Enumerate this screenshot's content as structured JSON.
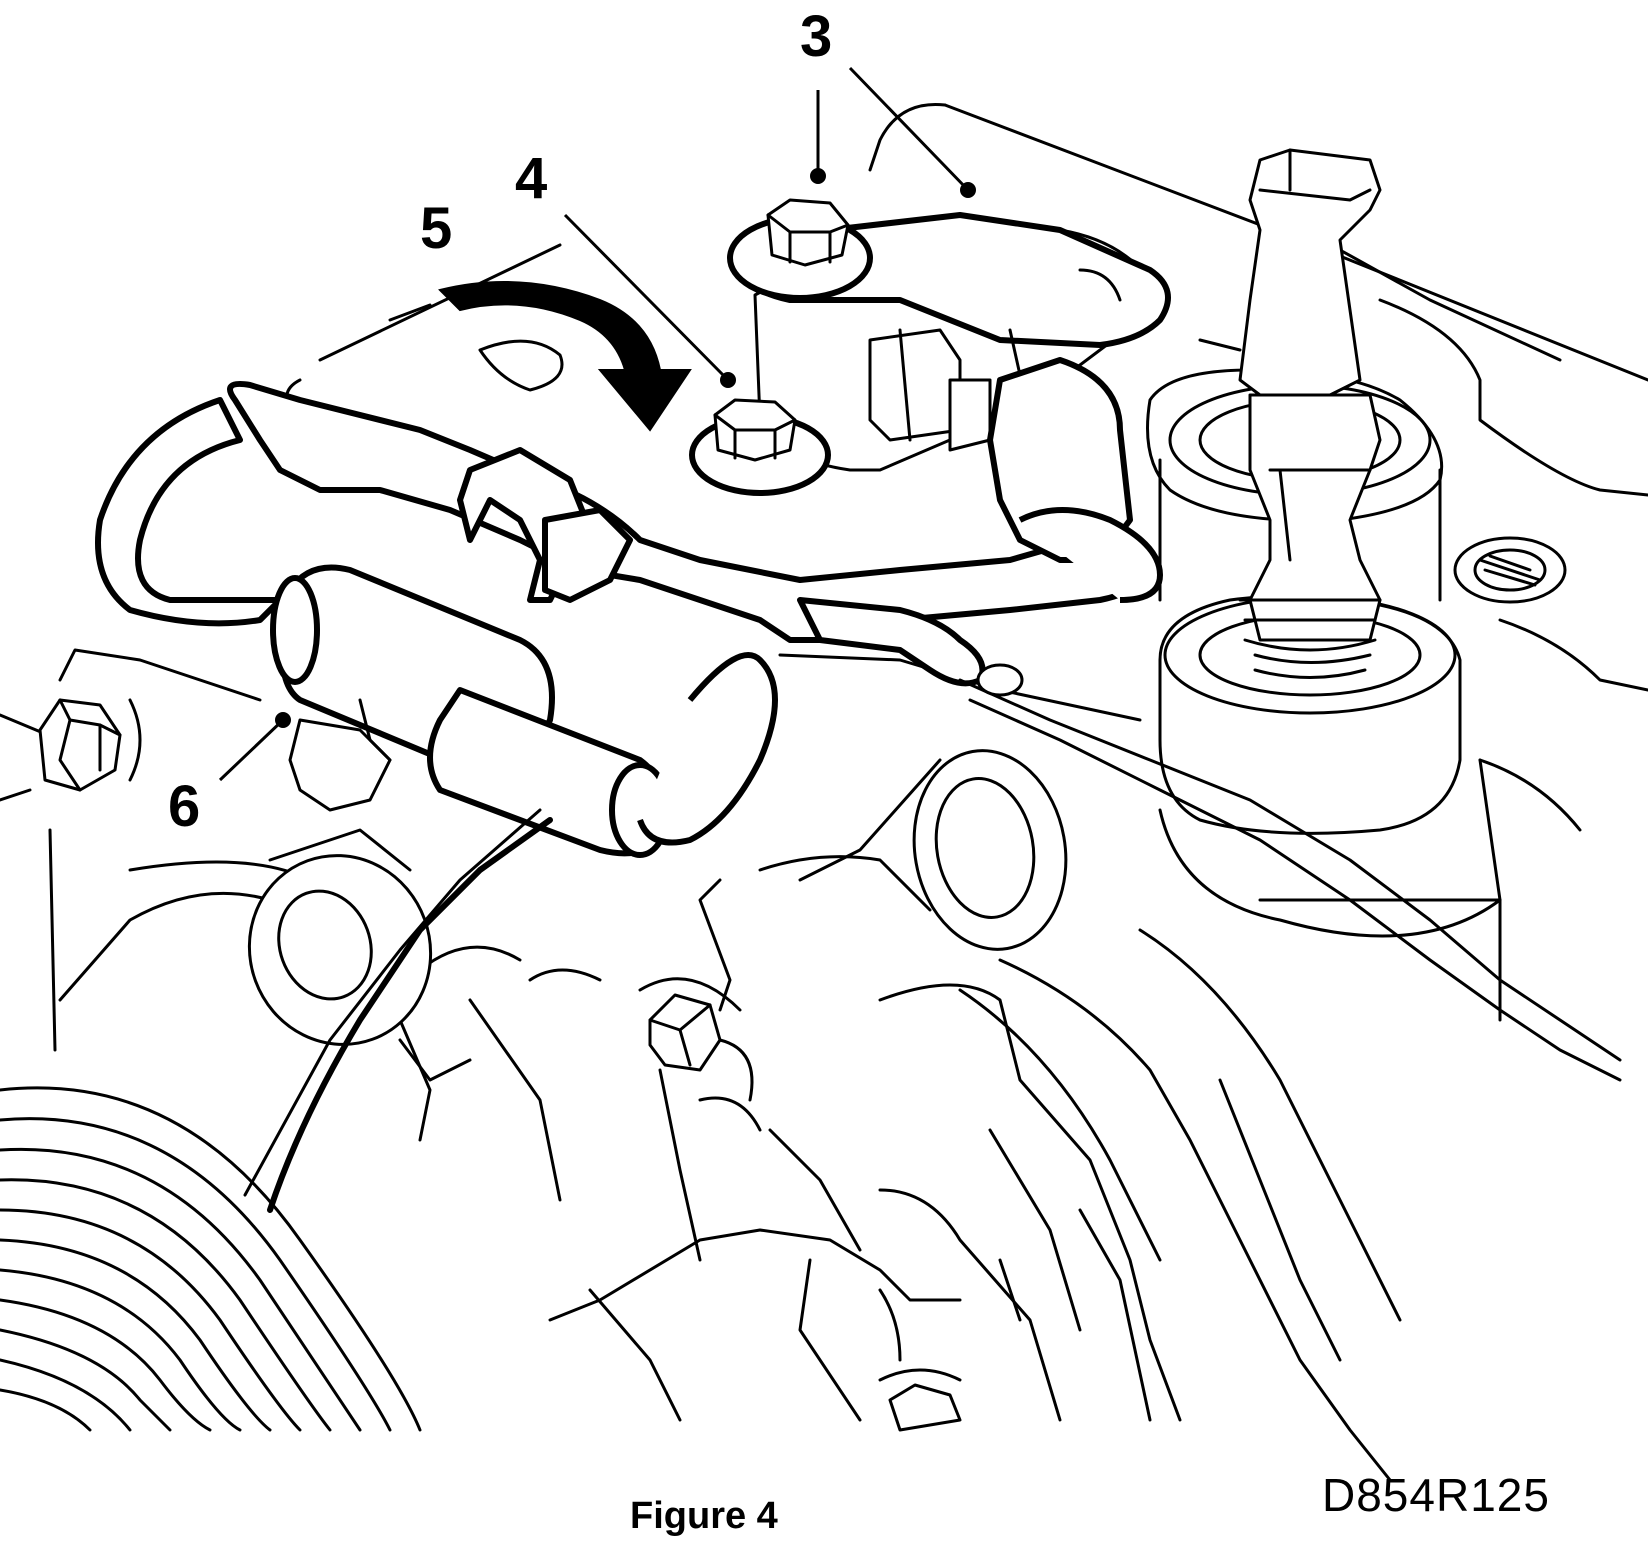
{
  "callouts": {
    "c3": "3",
    "c4": "4",
    "c5": "5",
    "c6": "6"
  },
  "caption": "Figure 4",
  "drawing_code": "D854R125"
}
